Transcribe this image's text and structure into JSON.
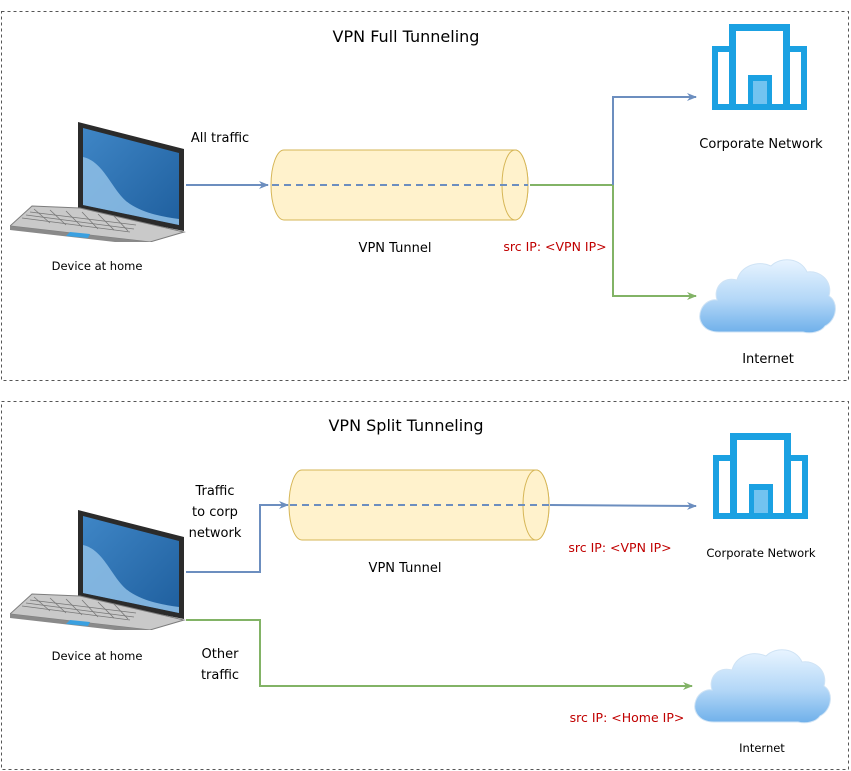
{
  "full": {
    "title": "VPN Full Tunneling",
    "traffic_label": "All traffic",
    "device_label": "Device at home",
    "tunnel_label": "VPN Tunnel",
    "src_ip": "src IP: <VPN IP>",
    "corp_label": "Corporate Network",
    "internet_label": "Internet"
  },
  "split": {
    "title": "VPN Split Tunneling",
    "corp_traffic_lines": [
      "Traffic",
      "to corp",
      "network"
    ],
    "other_traffic_lines": [
      "Other",
      "traffic"
    ],
    "device_label": "Device at home",
    "tunnel_label": "VPN Tunnel",
    "src_ip_vpn": "src IP: <VPN IP>",
    "src_ip_home": "src IP: <Home IP>",
    "corp_label": "Corporate Network",
    "internet_label": "Internet"
  },
  "colors": {
    "blue_line": "#6c8ebf",
    "green_line": "#82b366",
    "tunnel_fill": "#fff2cc",
    "tunnel_stroke": "#d6b656",
    "building": "#1ba1e2",
    "src_ip_text": "#c00000"
  }
}
